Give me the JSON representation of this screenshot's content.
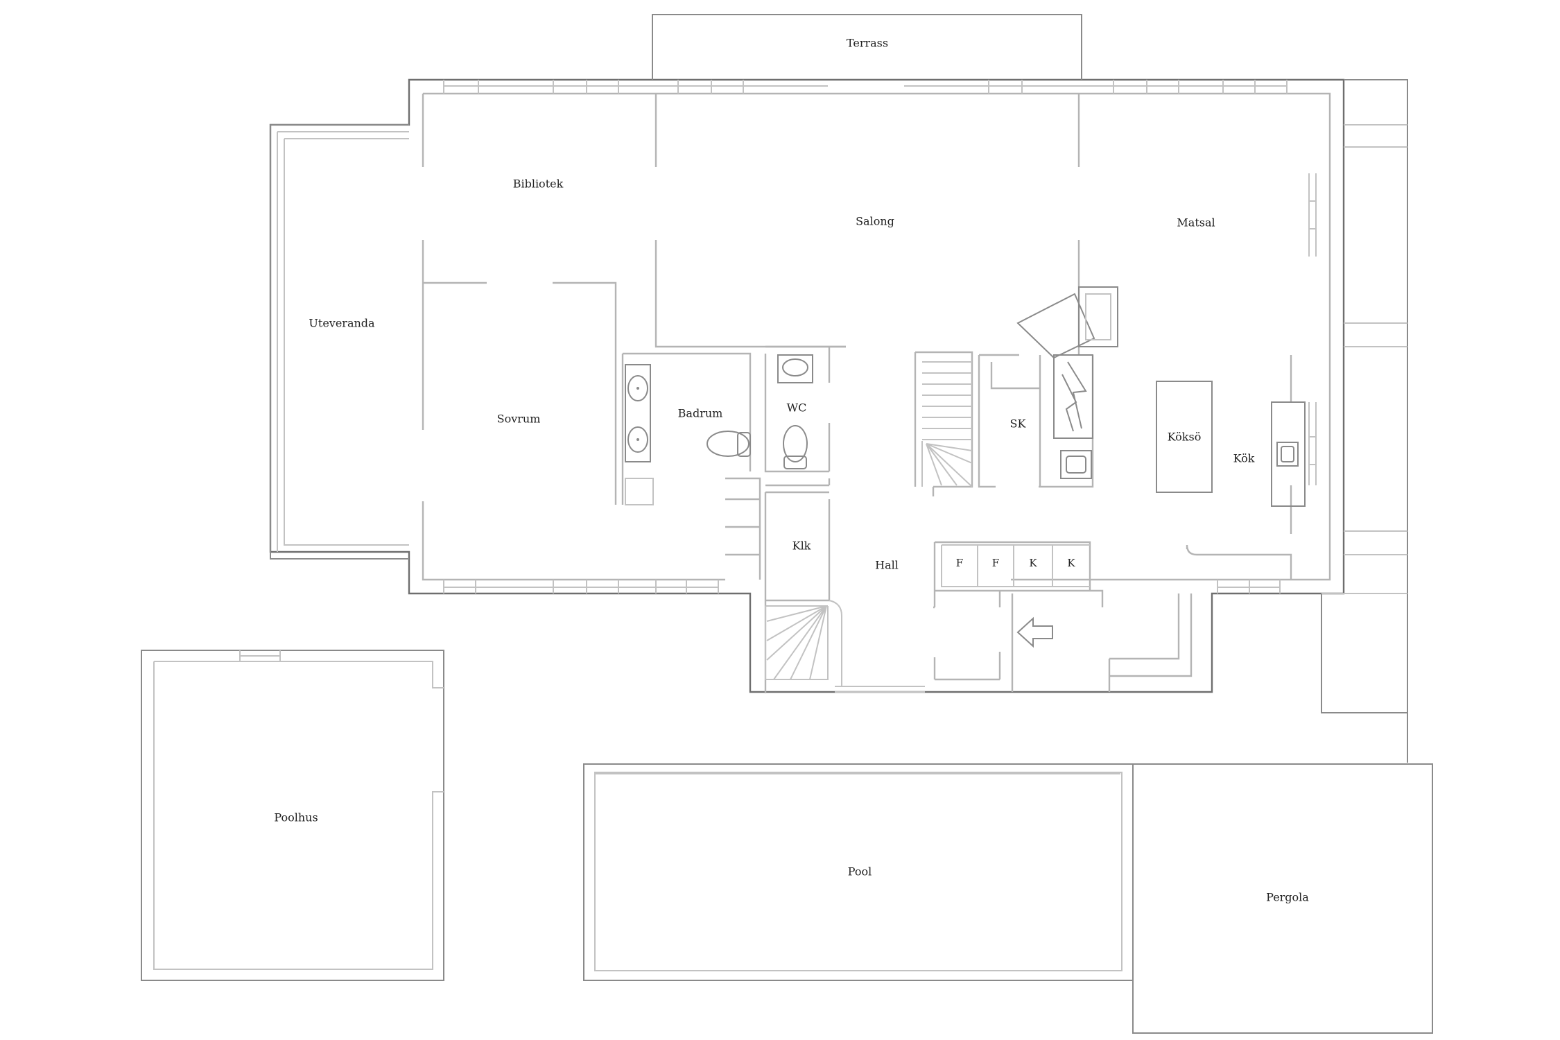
{
  "plan": {
    "rooms": {
      "terrass": "Terrass",
      "bibliotek": "Bibliotek",
      "salong": "Salong",
      "matsal": "Matsal",
      "uteveranda": "Uteveranda",
      "sovrum": "Sovrum",
      "badrum": "Badrum",
      "wc": "WC",
      "sk": "SK",
      "kokso": "Köksö",
      "kok": "Kök",
      "klk": "Klk",
      "hall": "Hall",
      "poolhus": "Poolhus",
      "pool": "Pool",
      "pergola": "Pergola"
    },
    "closets": [
      "F",
      "F",
      "K",
      "K"
    ],
    "icons": [
      "sink-icon",
      "toilet-icon",
      "stair-icon",
      "entrance-arrow-icon",
      "window-icon"
    ]
  }
}
